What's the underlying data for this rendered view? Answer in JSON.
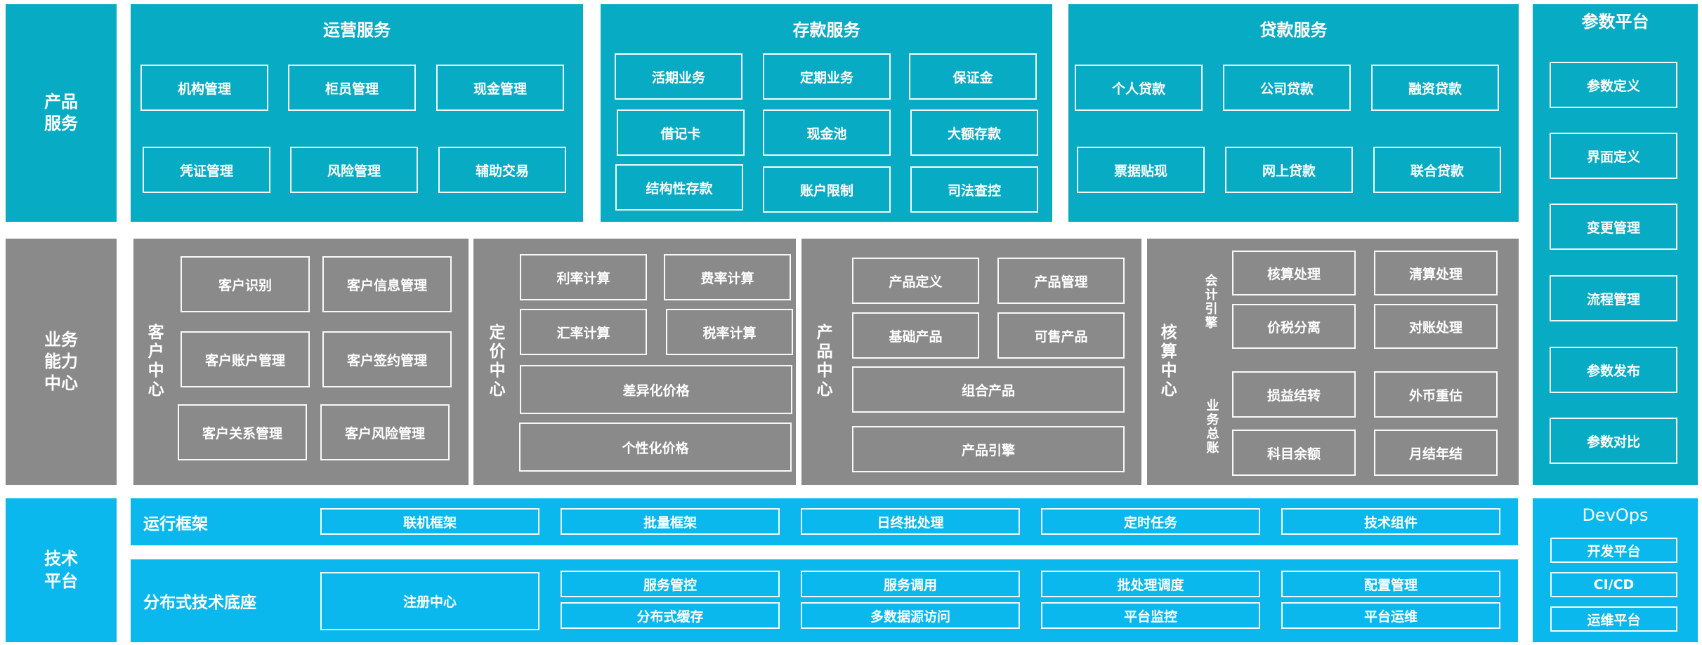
{
  "rows": {
    "product": "产品\n服务",
    "capability": "业务\n能力\n中心",
    "tech": "技术\n平台"
  },
  "product_services": {
    "operations": {
      "title": "运营服务",
      "items": [
        "机构管理",
        "柜员管理",
        "现金管理",
        "凭证管理",
        "风险管理",
        "辅助交易"
      ]
    },
    "deposit": {
      "title": "存款服务",
      "items": [
        "活期业务",
        "定期业务",
        "保证金",
        "借记卡",
        "现金池",
        "大额存款",
        "结构性存款",
        "账户限制",
        "司法查控"
      ]
    },
    "loan": {
      "title": "贷款服务",
      "items": [
        "个人贷款",
        "公司贷款",
        "融资贷款",
        "票据贴现",
        "网上贷款",
        "联合贷款"
      ]
    }
  },
  "param_platform": {
    "title": "参数平台",
    "items": [
      "参数定义",
      "界面定义",
      "变更管理",
      "流程管理",
      "参数发布",
      "参数对比"
    ]
  },
  "centers": {
    "customer": {
      "title": "客户中心",
      "items": [
        "客户识别",
        "客户信息管理",
        "客户账户管理",
        "客户签约管理",
        "客户关系管理",
        "客户风险管理"
      ]
    },
    "pricing": {
      "title": "定价中心",
      "items": [
        "利率计算",
        "费率计算",
        "汇率计算",
        "税率计算",
        "差异化价格",
        "个性化价格"
      ]
    },
    "product": {
      "title": "产品中心",
      "items": [
        "产品定义",
        "产品管理",
        "基础产品",
        "可售产品",
        "组合产品",
        "产品引擎"
      ]
    },
    "accounting": {
      "title": "核算中心",
      "engine_label": "会计引擎",
      "ledger_label": "业务总账",
      "items": [
        "核算处理",
        "清算处理",
        "价税分离",
        "对账处理",
        "损益结转",
        "外币重估",
        "科目余额",
        "月结年结"
      ]
    }
  },
  "tech_platform": {
    "runtime": {
      "title": "运行框架",
      "items": [
        "联机框架",
        "批量框架",
        "日终批处理",
        "定时任务",
        "技术组件"
      ]
    },
    "distributed": {
      "title": "分布式技术底座",
      "registry": "注册中心",
      "items": [
        "服务管控",
        "服务调用",
        "批处理调度",
        "配置管理",
        "分布式缓存",
        "多数据源访问",
        "平台监控",
        "平台运维"
      ]
    }
  },
  "devops": {
    "title": "DevOps",
    "items": [
      "开发平台",
      "CI/CD",
      "运维平台"
    ]
  }
}
